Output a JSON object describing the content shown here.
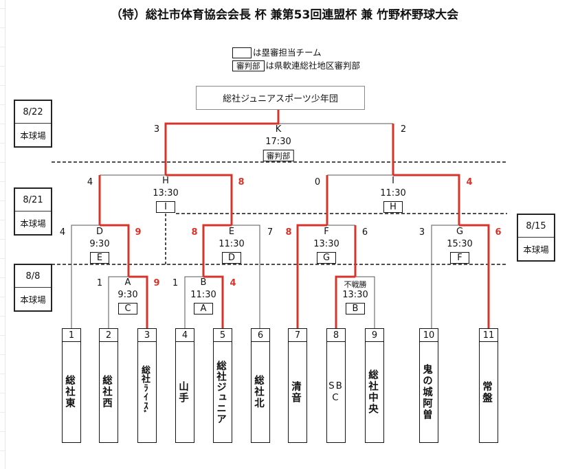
{
  "title": "（特）総社市体育協会会長 杯 兼第53回連盟杯 兼 竹野杯野球大会",
  "legend": {
    "umpire_team_text": "は塁審担当チーム",
    "umpire_dept_box": "審判部",
    "umpire_dept_text": "は県軟連総社地区審判部"
  },
  "champion": "総社ジュニアスポーツ少年団",
  "dates": [
    {
      "date": "8/22",
      "venue": "本球場"
    },
    {
      "date": "8/21",
      "venue": "本球場"
    },
    {
      "date": "8/8",
      "venue": "本球場"
    },
    {
      "date": "8/15",
      "venue": "本球場"
    }
  ],
  "games": {
    "K": {
      "label": "K",
      "time": "17:30",
      "umpire": "審判部",
      "left_score": "3",
      "right_score": "2"
    },
    "H": {
      "label": "H",
      "time": "13:30",
      "umpire": "I",
      "left_score": "4",
      "right_score": "8"
    },
    "I": {
      "label": "I",
      "time": "11:30",
      "umpire": "H",
      "left_score": "0",
      "right_score": "4"
    },
    "D": {
      "label": "D",
      "time": "9:30",
      "umpire": "E",
      "left_score": "4",
      "right_score": "9"
    },
    "E": {
      "label": "E",
      "time": "11:30",
      "umpire": "D",
      "left_score": "8",
      "right_score": "7"
    },
    "F": {
      "label": "F",
      "time": "13:30",
      "umpire": "G",
      "left_score": "8",
      "right_score": "6"
    },
    "G": {
      "label": "G",
      "time": "15:30",
      "umpire": "F",
      "left_score": "3",
      "right_score": "6"
    },
    "A": {
      "label": "A",
      "time": "9:30",
      "umpire": "C",
      "left_score": "1",
      "right_score": "9"
    },
    "B": {
      "label": "B",
      "time": "11:30",
      "umpire": "A",
      "left_score": "1",
      "right_score": "4"
    },
    "C": {
      "label": "不戦勝",
      "time": "13:30",
      "umpire": "B"
    }
  },
  "teams": [
    {
      "num": "1",
      "name": "総社東"
    },
    {
      "num": "2",
      "name": "総社西"
    },
    {
      "num": "3",
      "name": "総社ﾗｲｽﾞ"
    },
    {
      "num": "4",
      "name": "山手"
    },
    {
      "num": "5",
      "name": "総社ジュニア"
    },
    {
      "num": "6",
      "name": "総社北"
    },
    {
      "num": "7",
      "name": "清音"
    },
    {
      "num": "8",
      "name": "SBC"
    },
    {
      "num": "9",
      "name": "総社中央"
    },
    {
      "num": "10",
      "name": "鬼の城阿曽"
    },
    {
      "num": "11",
      "name": "常盤"
    }
  ],
  "colors": {
    "winner_line": "#d8332a",
    "line": "#555555",
    "dashed": "#111111"
  }
}
